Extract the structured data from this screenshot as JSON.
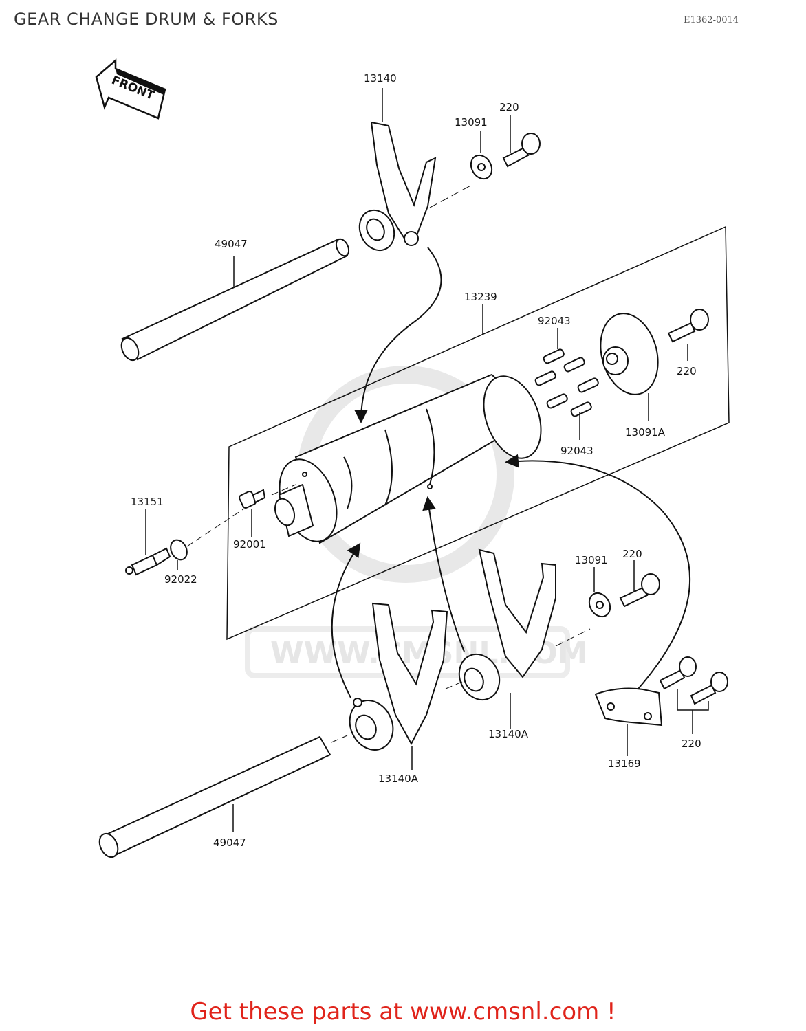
{
  "title": "GEAR CHANGE DRUM & FORKS",
  "ref_code": "E1362-0014",
  "front_label": "FRONT",
  "watermark": "WWW.CMSNL.COM",
  "footer": "Get these parts at www.cmsnl.com !",
  "colors": {
    "footer_text": "#e0241b",
    "line": "#111111",
    "watermark": "#e6e6e6"
  },
  "parts": {
    "fork_top": "13140",
    "washer_top": "13091",
    "bolt_top": "220",
    "shaft_top": "49047",
    "drum": "13239",
    "pins_upper": "92043",
    "bolt_right": "220",
    "pins_lower": "92043",
    "plate_right": "13091A",
    "switch": "13151",
    "pin_small": "92001",
    "washer_left": "92022",
    "washer_mid": "13091",
    "bolt_mid": "220",
    "fork_middle": "13140A",
    "stopper": "13169",
    "bolts_stopper": "220",
    "fork_lower": "13140A",
    "shaft_bottom": "49047"
  }
}
